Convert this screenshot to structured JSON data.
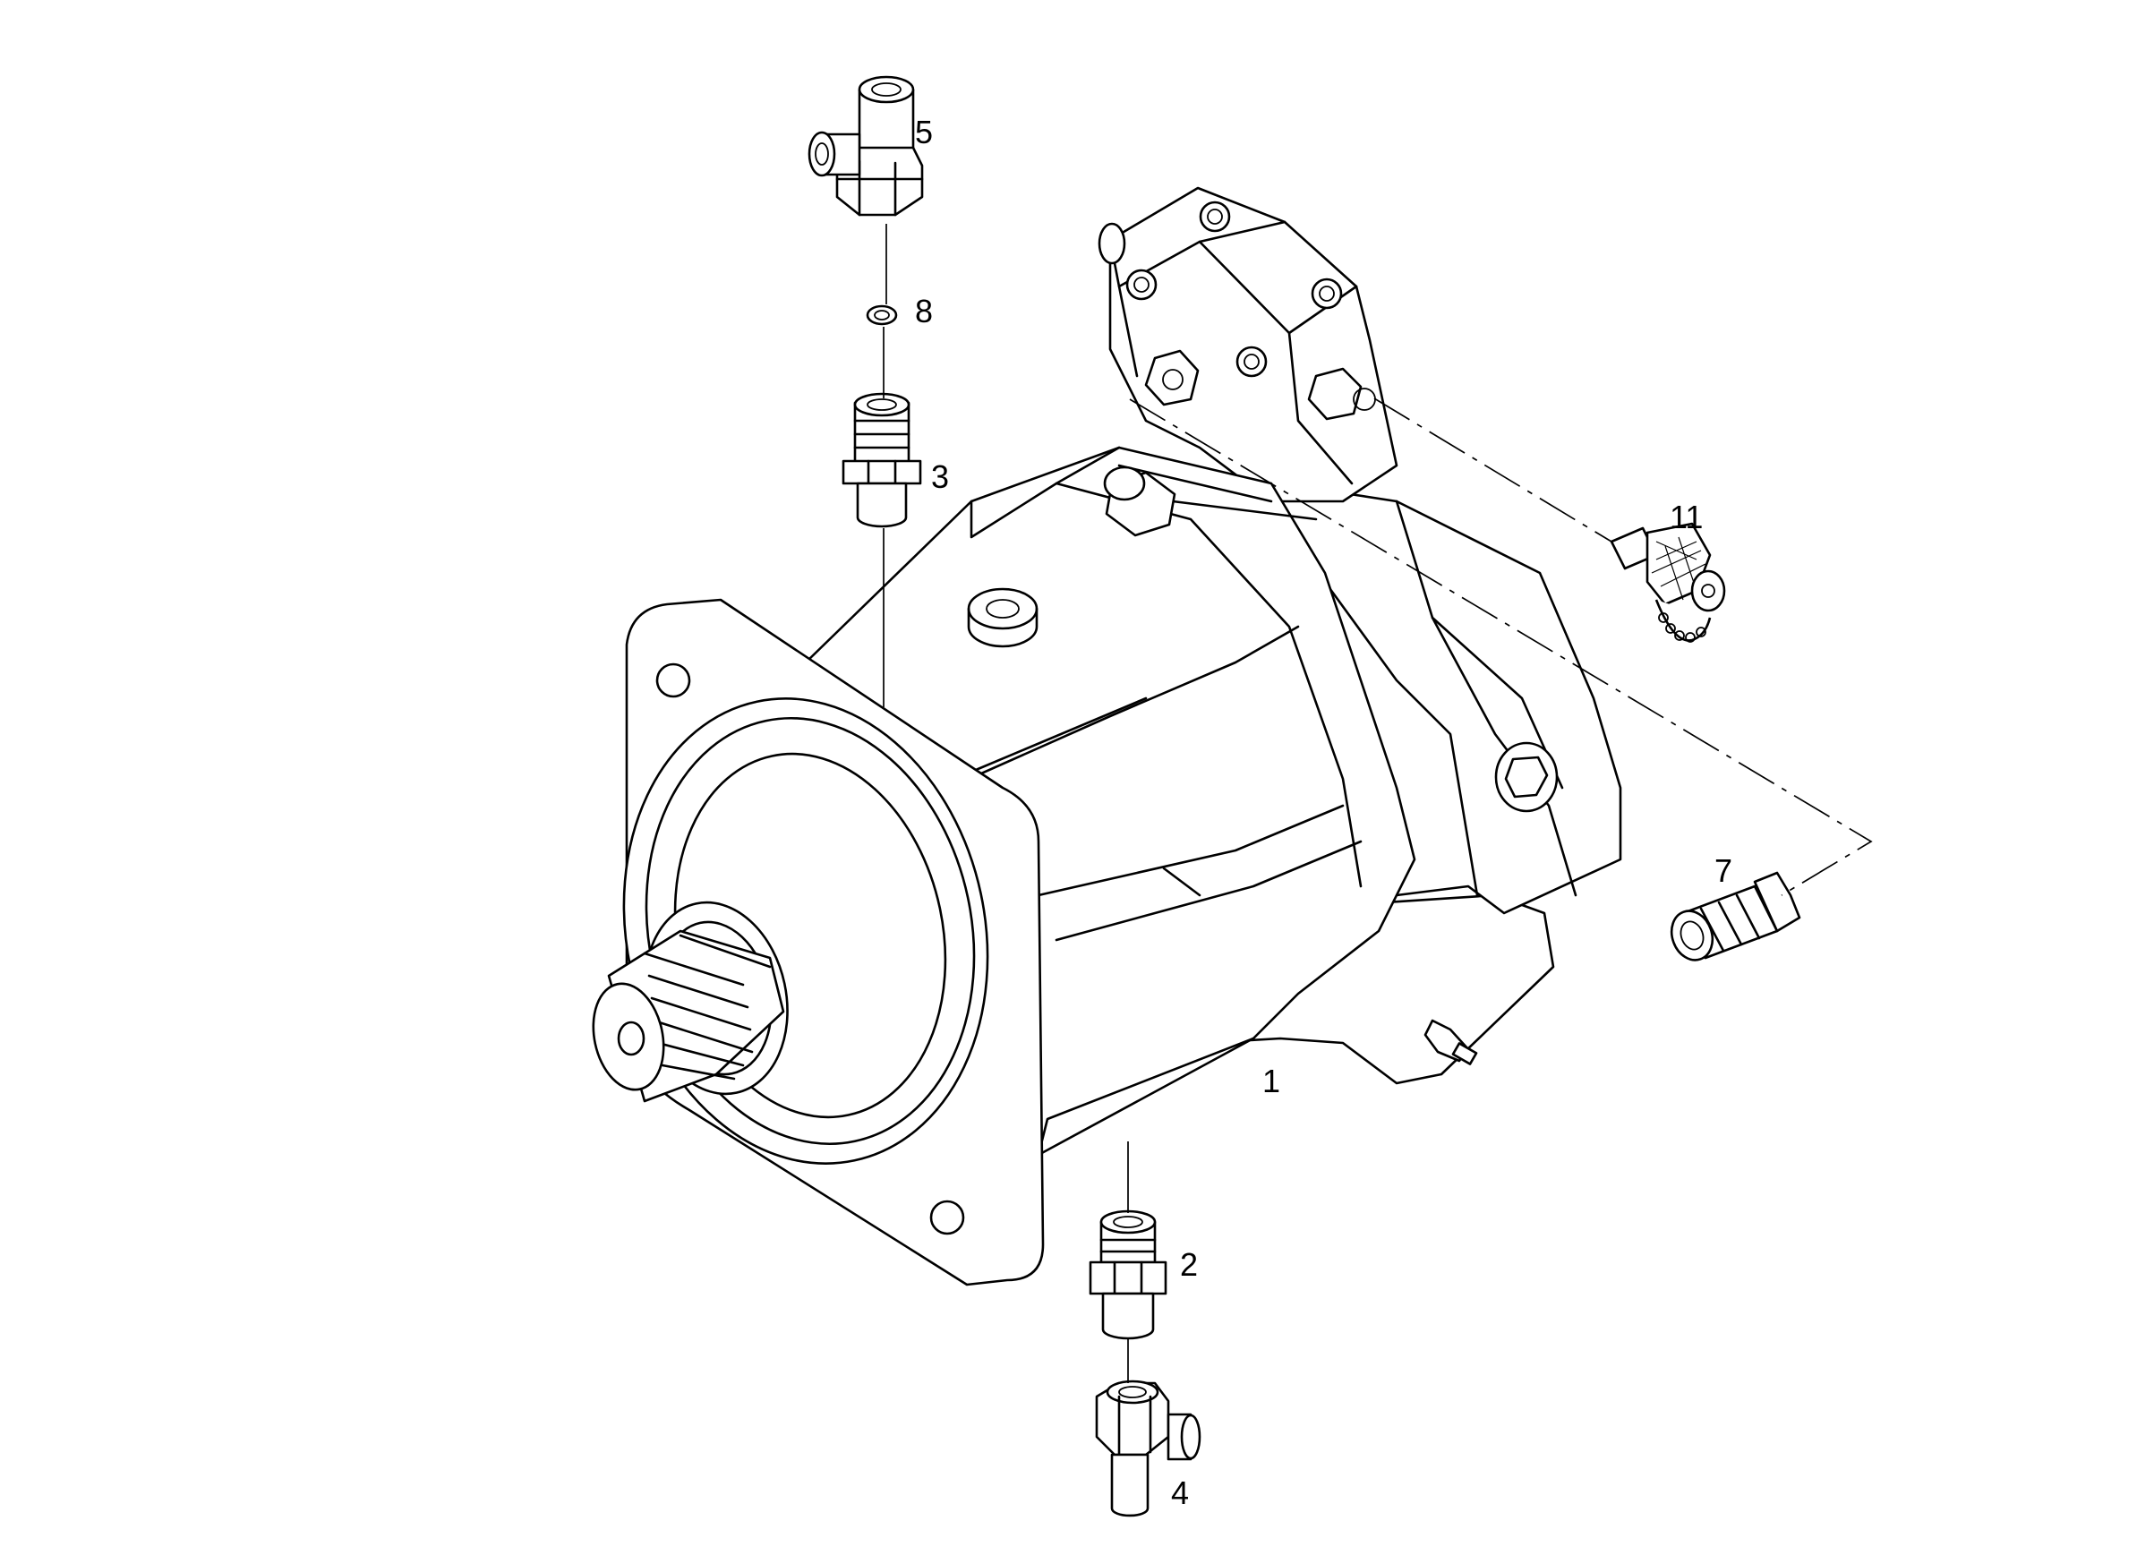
{
  "callouts": {
    "p1": "1",
    "p2": "2",
    "p3": "3",
    "p4": "4",
    "p5": "5",
    "p7": "7",
    "p8": "8",
    "p11": "11"
  },
  "parts": [
    {
      "id": "1",
      "icon": "hydraulic-motor-icon"
    },
    {
      "id": "2",
      "icon": "adapter-fitting-icon"
    },
    {
      "id": "3",
      "icon": "adapter-fitting-icon"
    },
    {
      "id": "4",
      "icon": "tee-fitting-icon"
    },
    {
      "id": "5",
      "icon": "tee-fitting-icon"
    },
    {
      "id": "7",
      "icon": "adapter-fitting-icon"
    },
    {
      "id": "8",
      "icon": "seal-ring-icon"
    },
    {
      "id": "11",
      "icon": "test-coupling-icon"
    }
  ],
  "colors": {
    "line": "#000000",
    "background": "#ffffff"
  }
}
